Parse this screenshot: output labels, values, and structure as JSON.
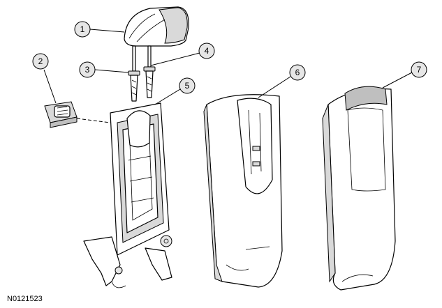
{
  "figure_code": "N0121523",
  "callouts": [
    {
      "label": "1"
    },
    {
      "label": "2"
    },
    {
      "label": "3"
    },
    {
      "label": "4"
    },
    {
      "label": "5"
    },
    {
      "label": "6"
    },
    {
      "label": "7"
    }
  ]
}
